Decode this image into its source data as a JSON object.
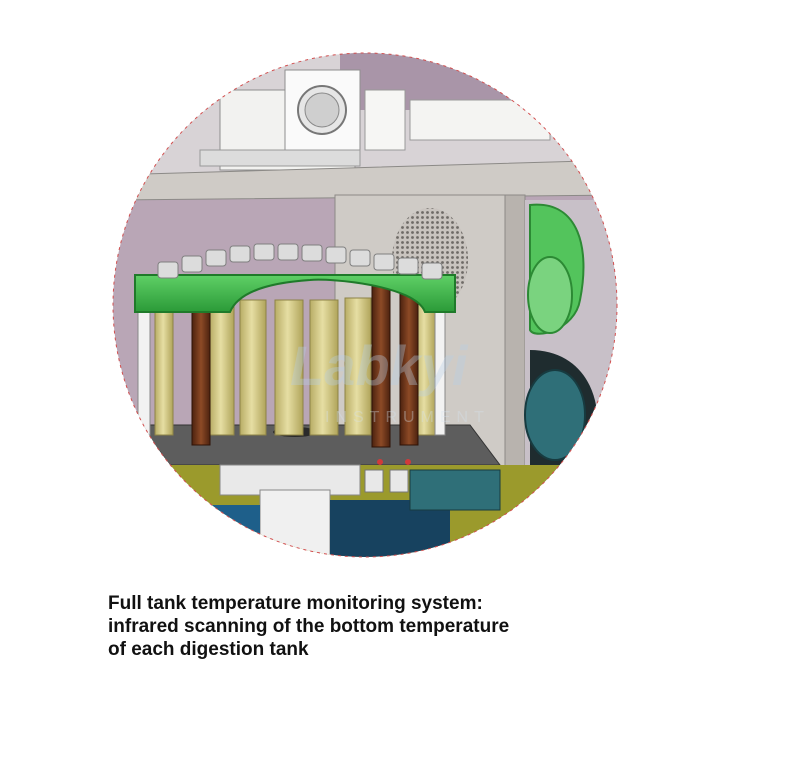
{
  "caption": {
    "lines": [
      "Full tank temperature monitoring system:",
      "infrared scanning of the bottom temperature",
      "of each digestion tank"
    ]
  },
  "watermark": {
    "brand": "Labkyi",
    "sub": "INSTRUMENT"
  },
  "colors": {
    "background": "#ffffff",
    "caption_text": "#111111",
    "cabinet_wall": "#b9a6b6",
    "panel_gray": "#cfcbc6",
    "rack_green": "#3fb04a",
    "vessel_tube": "#d8cf8e",
    "sensor_rod": "#7a3b1e",
    "base_teal": "#2f6f78",
    "base_yellow": "#9b9a2c",
    "accent_blue": "#1e5f8a"
  }
}
